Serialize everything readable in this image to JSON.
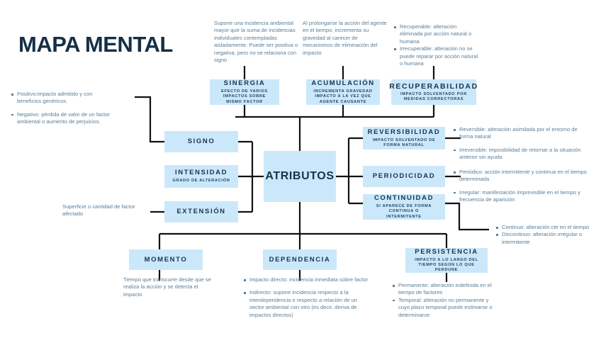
{
  "page": {
    "title": "MAPA MENTAL",
    "accent_box": "#cbe8fa",
    "accent_text": "#17344d",
    "note_text": "#5a7e99",
    "line_color": "#111111"
  },
  "center": {
    "label": "ATRIBUTOS"
  },
  "nodes": {
    "sinergia": {
      "title": "SINERGIA",
      "subtitle": "EFECTO DE VARIOS IMPACTOS SOBRE MISMO FACTOR"
    },
    "acumulacion": {
      "title": "ACUMULACIÓN",
      "subtitle": "INCREMENTA GRAVEDAD IMPACTO A LA VEZ QUE AGENTE CAUSANTE"
    },
    "recuperabilidad": {
      "title": "RECUPERABILIDAD",
      "subtitle": "IMPACTO SOLVENTADO POR MEDIDAS CORRECTORAS"
    },
    "signo": {
      "title": "SIGNO",
      "subtitle": ""
    },
    "intensidad": {
      "title": "INTENSIDAD",
      "subtitle": "GRADO DE ALTERACIÓN"
    },
    "extension": {
      "title": "EXTENSIÓN",
      "subtitle": ""
    },
    "reversibilidad": {
      "title": "REVERSIBILIDAD",
      "subtitle": "IMPACTO SOLVENTADO DE FORMA NATURAL"
    },
    "periodicidad": {
      "title": "PERIODICIDAD",
      "subtitle": ""
    },
    "continuidad": {
      "title": "CONTINUIDAD",
      "subtitle": "SI APARECE DE FORMA CONTINUA O INTERMITENTE"
    },
    "momento": {
      "title": "MOMENTO",
      "subtitle": ""
    },
    "dependencia": {
      "title": "DEPENDENCIA",
      "subtitle": ""
    },
    "persistencia": {
      "title": "PERSISTENCIA",
      "subtitle": "IMPACTO A LO LARGO DEL TIEMPO SEGÚN LO QUE PERDURE"
    }
  },
  "notes": {
    "sinergia": {
      "paragraphs": [
        "Supone una incidencia ambiental mayor que la suma de incidencias individuales contempladas aisladamente. Puede ser positiva o negativa, pero no se relaciona con signo"
      ]
    },
    "acumulacion": {
      "paragraphs": [
        "Al prolongarse la acción del agente en el tiempo, incrementa su gravedad al carecer de mecanismos de eliminación del impacto"
      ]
    },
    "recuperabilidad": {
      "bullets": [
        "Recuperable: alteración eliminada por acción natural o humana",
        "Irrecuperable: alteración no se puede reparar por acción natural o humana"
      ]
    },
    "signo": {
      "bullets": [
        "Positivo:impacto admitido y con beneficios genéricos.",
        "Negativo: pérdida de valor de un factor ambiental o aumento de perjuicios."
      ]
    },
    "extension": {
      "paragraphs": [
        "Superficie o cantidad de factor afectado"
      ]
    },
    "reversibilidad": {
      "bullets": [
        "Reversible: alteración asimilada por el entorno de forma natural",
        "Irreversible: imposibilidad de retornar a la situación anterior sin ayuda"
      ]
    },
    "periodicidad": {
      "bullets": [
        "Periódico: acción intermitente y continua en el tiempo determinada",
        "Irregular: manifestación imprevisible en el tiempo y frecuencia de aparición"
      ]
    },
    "continuidad": {
      "bullets": [
        "Continuo: alteración  cte en el tiempo",
        "Discontinuo: alteración irregular o intermitente"
      ]
    },
    "momento": {
      "paragraphs": [
        "Tiempo que transcurre desde que se realiza la acción  y se detecta el impacto"
      ]
    },
    "dependencia": {
      "bullets": [
        "Impacto directo: incidencia inmediata sobre factor",
        "Indirecto: supone incidencia respecto a la interdependencia o respecto a relación de un sector ambiental con otro (es decir, deriva de impactos directos)"
      ]
    },
    "persistencia": {
      "bullets": [
        "Permanente: alteración indefinida en el tiempo de factores",
        "Temporal: alteración no permanente y cuyo plazo temporal puede estimarse o determinarse"
      ]
    }
  }
}
